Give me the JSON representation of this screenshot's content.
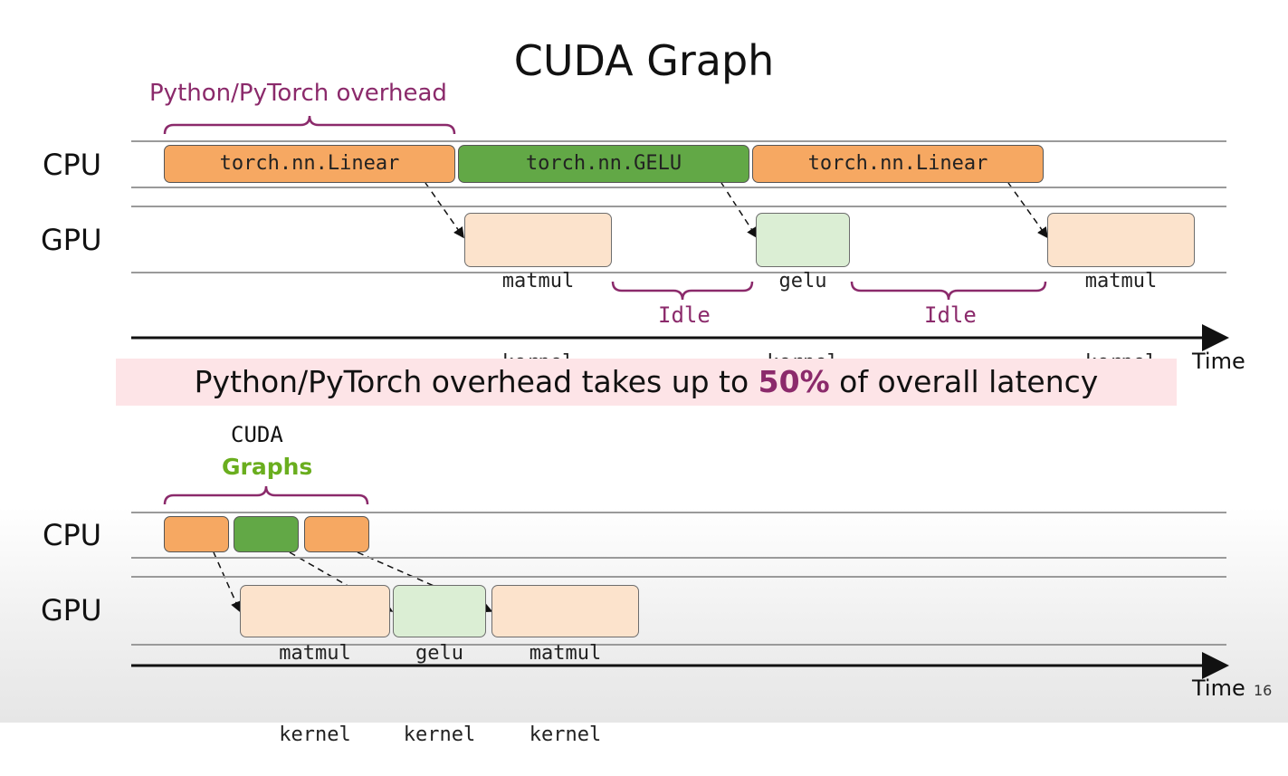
{
  "title": "CUDA Graph",
  "top": {
    "overhead_label": "Python/PyTorch overhead",
    "cpu_label": "CPU",
    "gpu_label": "GPU",
    "cpu_ops": [
      "torch.nn.Linear",
      "torch.nn.GELU",
      "torch.nn.Linear"
    ],
    "gpu_kernels": [
      {
        "line1": "matmul",
        "line2": "kernel"
      },
      {
        "line1": "gelu",
        "line2": "kernel"
      },
      {
        "line1": "matmul",
        "line2": "kernel"
      }
    ],
    "idle_labels": [
      "Idle",
      "Idle"
    ],
    "time_label": "Time"
  },
  "banner": {
    "text_before": "Python/PyTorch overhead takes up to ",
    "highlight": "50%",
    "text_after": " of overall latency"
  },
  "bottom": {
    "graphs_label_line1": "CUDA",
    "graphs_label_line2": "Graphs",
    "cpu_label": "CPU",
    "gpu_label": "GPU",
    "gpu_kernels": [
      {
        "line1": "matmul",
        "line2": "kernel"
      },
      {
        "line1": "gelu",
        "line2": "kernel"
      },
      {
        "line1": "matmul",
        "line2": "kernel"
      }
    ],
    "time_label": "Time"
  },
  "page_number": "16",
  "colors": {
    "op_orange": "#f6a862",
    "op_green": "#62a846",
    "kernel_orange": "#fce3cc",
    "kernel_green": "#dbeed4",
    "accent_purple": "#8b2a6b",
    "graphs_green": "#6aae1e",
    "banner_pink": "#fde4e7"
  }
}
